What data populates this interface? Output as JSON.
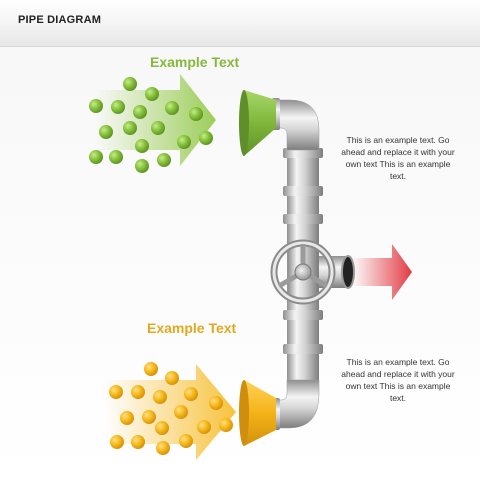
{
  "header": {
    "title": "PIPE DIAGRAM"
  },
  "inputs": [
    {
      "label": "Example Text",
      "color": "#8cc63e"
    },
    {
      "label": "Example Text",
      "color": "#f6b81a"
    }
  ],
  "descriptions": [
    "This is an example text. Go ahead and replace it with your own text This is an example text.",
    "This is an example text. Go ahead and replace it with your own text This is an example text."
  ],
  "colors": {
    "green": "#8cc63e",
    "yellow": "#f6b81a",
    "output_arrow": "#e8434a",
    "pipe": "#c9c9c9"
  }
}
